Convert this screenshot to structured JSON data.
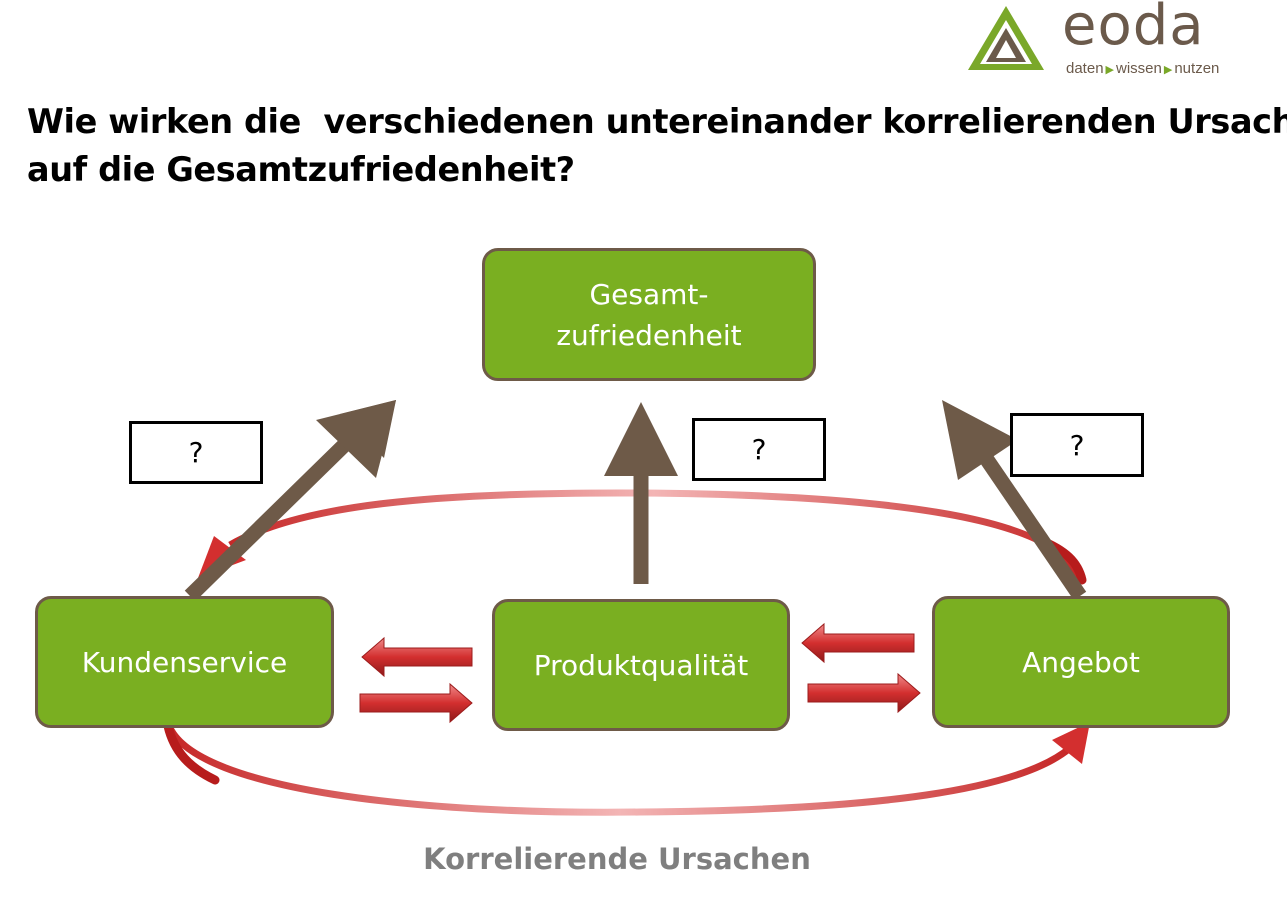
{
  "logo": {
    "brand": "eoda",
    "tagline": [
      "daten",
      "wissen",
      "nutzen"
    ]
  },
  "headline": {
    "line1": "Wie wirken die  verschiedenen untereinander korrelierenden Ursachen",
    "line2": "auf die Gesamtzufriedenheit?"
  },
  "diagram": {
    "target": {
      "line1": "Gesamt-",
      "line2": "zufriedenheit"
    },
    "causes": {
      "left": "Kundenservice",
      "center": "Produktqualität",
      "right": "Angebot"
    },
    "unknown_weights": {
      "left": "?",
      "center": "?",
      "right": "?"
    },
    "caption": "Korrelierende Ursachen"
  },
  "colors": {
    "box_fill": "#7aaf21",
    "box_border": "#6e5a48",
    "impact_arrow": "#6e5a48",
    "correlation_arrow": "#c8282c",
    "caption": "#7f7f7f"
  }
}
